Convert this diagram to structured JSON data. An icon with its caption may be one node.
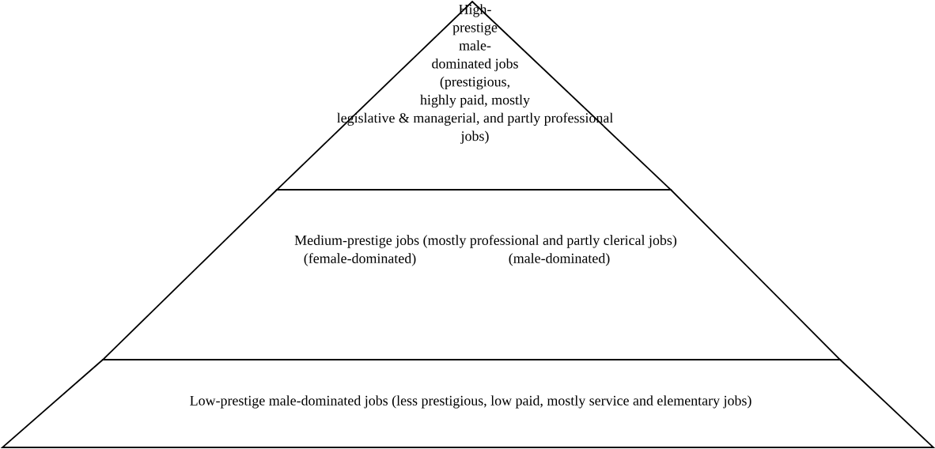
{
  "diagram": {
    "nodes": [
      {
        "text": [
          "High-prestige male-dominated jobs (prestigious, highly paid, mostly legislative & managerial, and partly professional jobs)"
        ]
      },
      {
        "text": [
          "Medium-prestige jobs (mostly professional and partly clerical jobs)",
          "(female-dominated)",
          "(male-dominated)"
        ]
      },
      {
        "text": [
          "Low-prestige male-dominated jobs (less prestigious, low paid, mostly service and elementary jobs)"
        ]
      }
    ]
  }
}
